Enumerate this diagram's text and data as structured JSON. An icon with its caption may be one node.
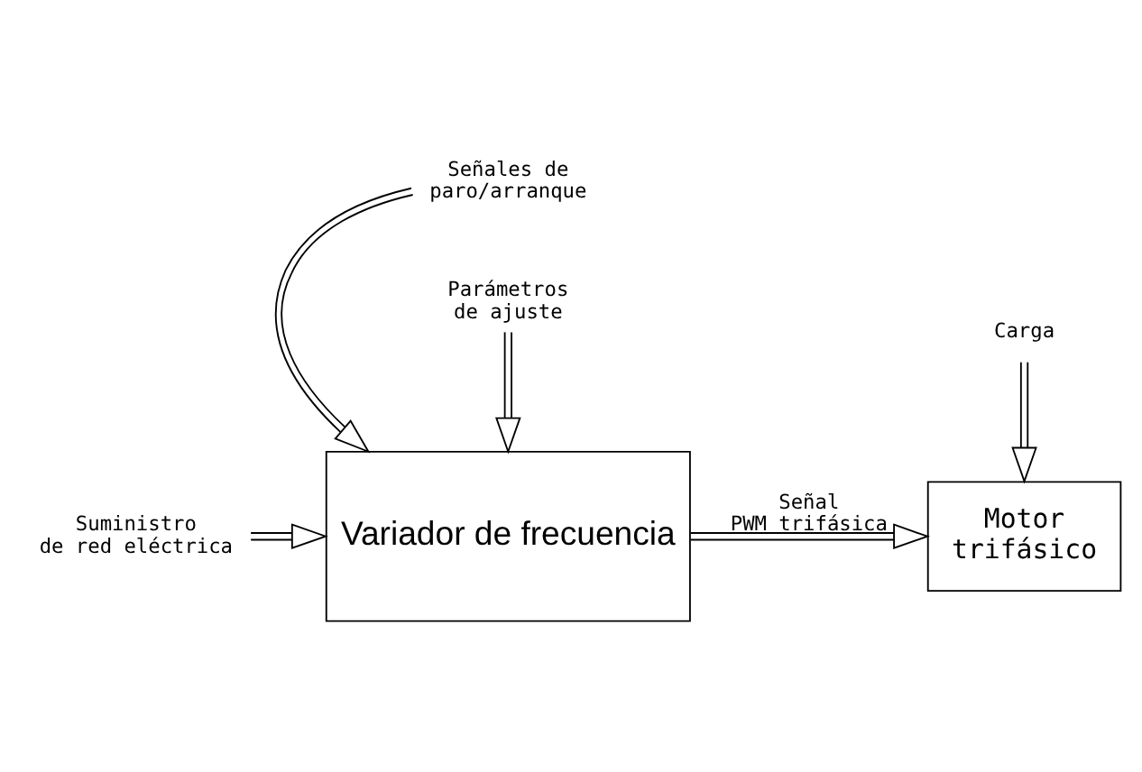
{
  "diagram": {
    "nodes": [
      {
        "text": [
          "Suministro de red eléctrica"
        ]
      },
      {
        "text": [
          "Variador de frecuencia"
        ]
      },
      {
        "text": [
          "Motor trifásico"
        ]
      },
      {
        "text": [
          "Carga"
        ]
      },
      {
        "text": [
          "Señales de paro/arranque"
        ]
      },
      {
        "text": [
          "Parámetros de ajuste"
        ]
      }
    ],
    "edges": [
      {
        "from": 0,
        "to": 1,
        "arrow": "to"
      },
      {
        "from": 1,
        "to": 2,
        "arrow": "to",
        "label": "Señal PWM trifásica"
      },
      {
        "from": 3,
        "to": 2,
        "arrow": "to"
      },
      {
        "from": 4,
        "to": 1,
        "arrow": "to"
      },
      {
        "from": 5,
        "to": 1,
        "arrow": "to"
      }
    ]
  }
}
